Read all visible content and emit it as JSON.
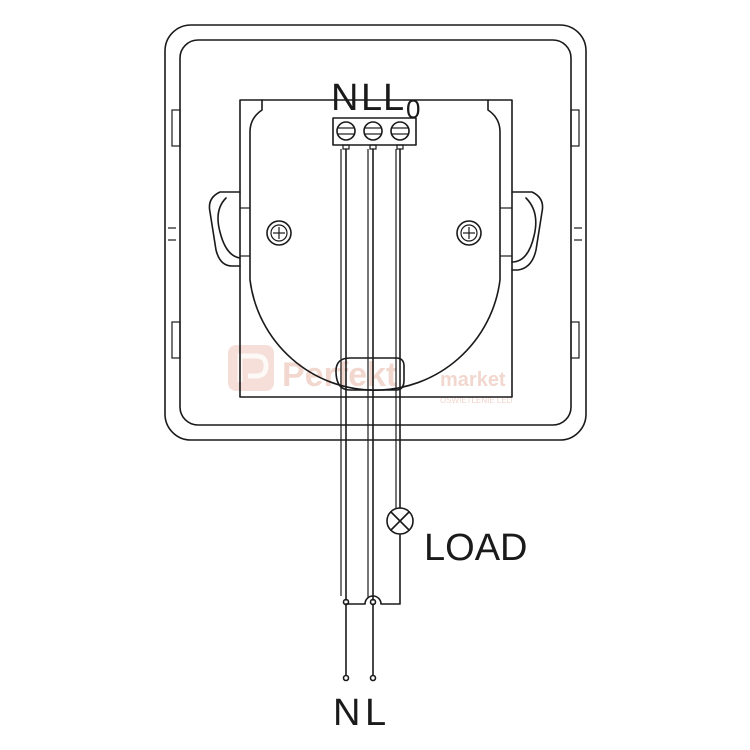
{
  "terminals": {
    "n": "N",
    "l": "L",
    "l0_main": "L",
    "l0_sub": "0"
  },
  "load_label": "LOAD",
  "supply": {
    "n": "N",
    "l": "L"
  },
  "watermark": {
    "brand_part1": "Perfekt",
    "brand_part2": "market",
    "tagline": "OŚWIETLENIE LED"
  },
  "colors": {
    "line": "#1a1a1a",
    "watermark": "#e9b7a8"
  }
}
